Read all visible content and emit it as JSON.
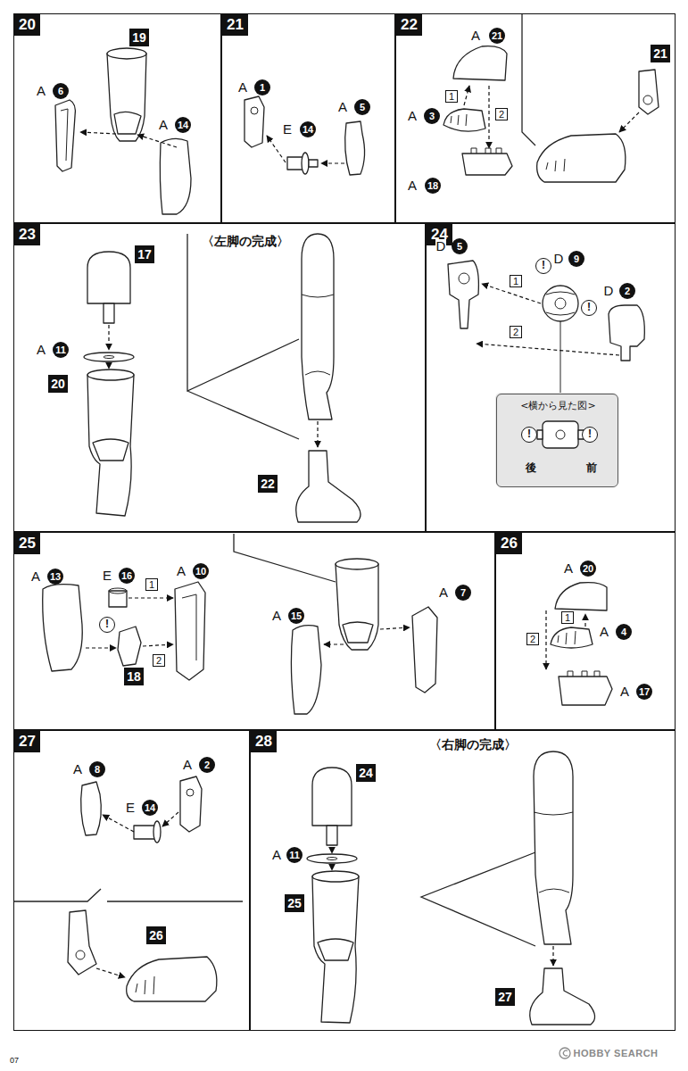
{
  "diagram": {
    "nodes": [
      {
        "text": [
          "20"
        ]
      },
      {
        "text": [
          "21"
        ]
      },
      {
        "text": [
          "22"
        ]
      },
      {
        "text": [
          "23"
        ]
      },
      {
        "text": [
          "24"
        ]
      },
      {
        "text": [
          "<横から見た図>",
          "後",
          "前"
        ],
        "in": 4
      },
      {
        "text": [
          "25"
        ]
      },
      {
        "text": [
          "26"
        ]
      },
      {
        "text": [
          "27"
        ]
      },
      {
        "text": [
          "28"
        ]
      }
    ],
    "labels": [
      "19",
      "A",
      "6",
      "A",
      "14",
      "A",
      "1",
      "E",
      "14",
      "A",
      "5",
      "A",
      "21",
      "1",
      "A",
      "3",
      "2",
      "A",
      "18",
      "21",
      "17",
      "A",
      "11",
      "20",
      "〈左脚の完成〉",
      "22",
      "D",
      "5",
      "1",
      "!",
      "D",
      "9",
      "!",
      "D",
      "2",
      "2",
      "!",
      "!",
      "A",
      "13",
      "E",
      "16",
      "1",
      "A",
      "10",
      "!",
      "2",
      "18",
      "A",
      "15",
      "A",
      "7",
      "A",
      "20",
      "1",
      "A",
      "4",
      "2",
      "A",
      "17",
      "A",
      "8",
      "E",
      "14",
      "A",
      "2",
      "26",
      "24",
      "A",
      "11",
      "25",
      "〈右脚の完成〉",
      "27",
      "07",
      "HOBBY SEARCH"
    ]
  }
}
